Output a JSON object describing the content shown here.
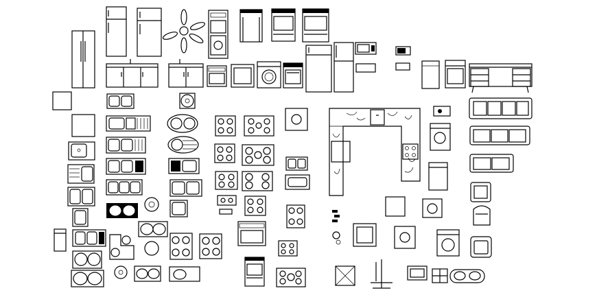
{
  "drawing": {
    "background": "#ffffff",
    "line_color": "#000000",
    "symbols": [
      "refrigerator-side-by-side",
      "refrigerator-top-freezer",
      "ceiling-fan",
      "range-oven",
      "washing-machine",
      "microwave",
      "dishwasher",
      "kitchen-cabinet",
      "desk-with-drawers",
      "kitchen-sink-single",
      "kitchen-sink-double",
      "round-sink",
      "oval-sink",
      "gas-cooktop",
      "l-shaped-kitchen-layout",
      "sofa",
      "armchair",
      "bar-stool",
      "cooktop-with-burners",
      "small-appliance"
    ]
  }
}
